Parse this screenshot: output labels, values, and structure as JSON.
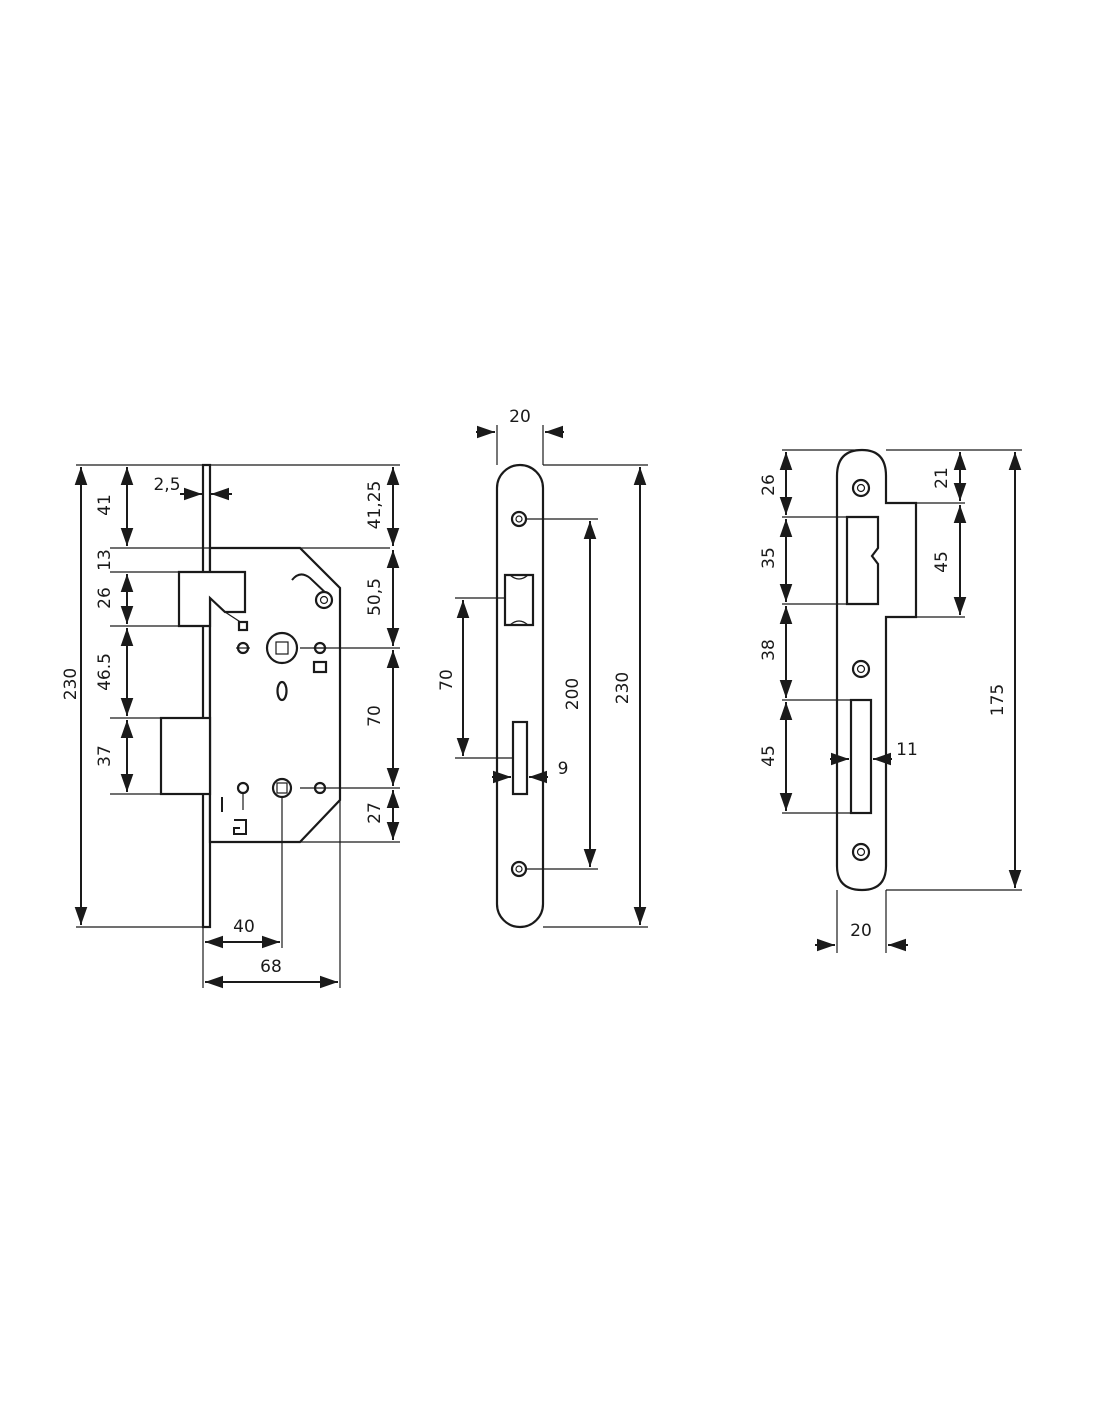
{
  "colors": {
    "ink": "#1a1a1a",
    "background": "#ffffff"
  },
  "lock_body": {
    "height_total": "230",
    "top_to_bolt": "41",
    "gap": "13",
    "latch": "26",
    "mid": "46.5",
    "deadbolt": "37",
    "faceplate_thickness": "2,5",
    "top_to_case": "41,25",
    "case_to_spindle": "50,5",
    "spindle_to_cylinder": "70",
    "cylinder_to_bottom": "27",
    "backset": "40",
    "case_depth": "68"
  },
  "faceplate": {
    "width": "20",
    "length": "230",
    "screw_spacing": "200",
    "opening_spacing": "70",
    "slot_width": "9"
  },
  "strike_plate": {
    "top": "26",
    "top_right": "21",
    "latch_opening": "35",
    "lip": "45",
    "middle": "38",
    "bolt_opening": "45",
    "length": "175",
    "slot_width": "11",
    "width": "20"
  }
}
